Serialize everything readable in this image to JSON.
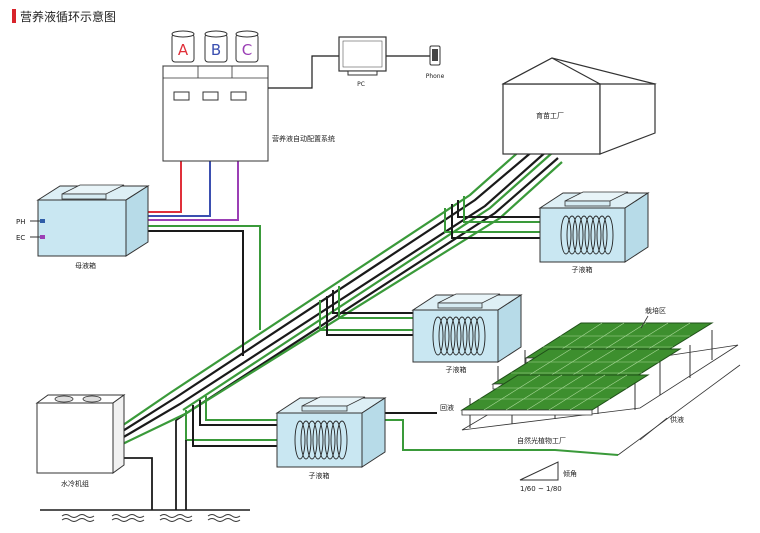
{
  "title": "营养液循环示意图",
  "bottles": [
    {
      "letter": "A",
      "color": "#e0303a"
    },
    {
      "letter": "B",
      "color": "#3b4fb0"
    },
    {
      "letter": "C",
      "color": "#9b3fb5"
    }
  ],
  "labels": {
    "pc": "PC",
    "phone": "Phone",
    "dosing_system": "营养液自动配置系统",
    "nursery_factory": "育苗工厂",
    "mother_tank": "母液箱",
    "ph": "PH",
    "ec": "EC",
    "sub_tank_1": "子液箱",
    "sub_tank_2": "子液箱",
    "sub_tank_3": "子液箱",
    "chiller": "水冷机组",
    "cultivation_area": "栽培区",
    "return_flow": "回液",
    "supply_flow": "供液",
    "greenhouse": "自然光植物工厂",
    "slope_label": "倾角",
    "slope_value": "1/60 ~ 1/80"
  },
  "colors": {
    "pipe_black": "#1a1a1a",
    "pipe_green": "#3a9a3a",
    "tank_fill": "#c9e7f2",
    "panel_green": "#3d8f2e",
    "title_accent": "#d8242b"
  }
}
